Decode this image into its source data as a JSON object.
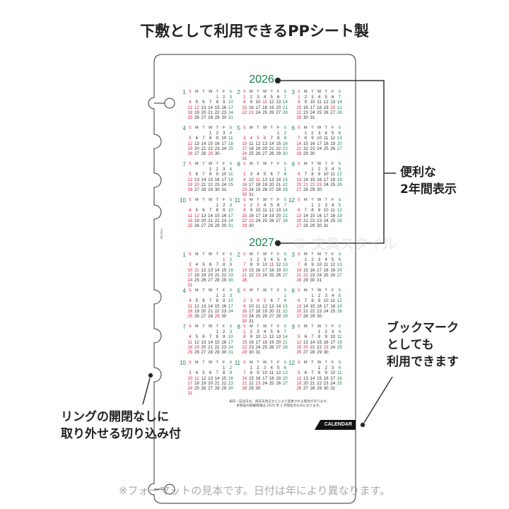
{
  "title": "下敷として利用できるPPシート製",
  "weekday_headers": [
    "S",
    "M",
    "T",
    "W",
    "T",
    "F",
    "S"
  ],
  "calendars": [
    {
      "year": "2026",
      "months": [
        1,
        2,
        3,
        4,
        5,
        6,
        7,
        8,
        9,
        10,
        11,
        12
      ],
      "holidays": [
        "1-1",
        "1-12",
        "2-11",
        "2-23",
        "3-20",
        "4-29",
        "5-4",
        "5-5",
        "5-6",
        "7-20",
        "8-11",
        "9-21",
        "9-22",
        "9-23",
        "10-12",
        "11-3",
        "11-23"
      ]
    },
    {
      "year": "2027",
      "months": [
        1,
        2,
        3,
        4,
        5,
        6,
        7,
        8,
        9,
        10,
        11,
        12
      ],
      "holidays": [
        "1-1",
        "1-11",
        "2-11",
        "2-23",
        "3-22",
        "4-29",
        "5-3",
        "5-4",
        "5-5",
        "7-19",
        "8-11",
        "9-20",
        "9-23",
        "10-11",
        "11-3",
        "11-23"
      ]
    }
  ],
  "colors": {
    "sunday_holiday": "#d6203a",
    "saturday": "#1a7f4b",
    "year": "#1a7f4b"
  },
  "brand": "Bindex",
  "watermark": "© 文具スタイル",
  "note": [
    "祝日・記念日は、祝日法改正などにより変更される場合があります。",
    "本製品の掲載情報は 2025 年 2 月現在のものになります。"
  ],
  "tab_label": "CALENDAR",
  "annotations": {
    "two_year": [
      "便利な",
      "2年間表示"
    ],
    "bookmark": [
      "ブックマーク",
      "としても",
      "利用できます"
    ],
    "ring": [
      "リングの開閉なしに",
      "取り外せる切り込み付"
    ]
  },
  "footer": "※フォーマットの見本です。日付は年により異なります。"
}
